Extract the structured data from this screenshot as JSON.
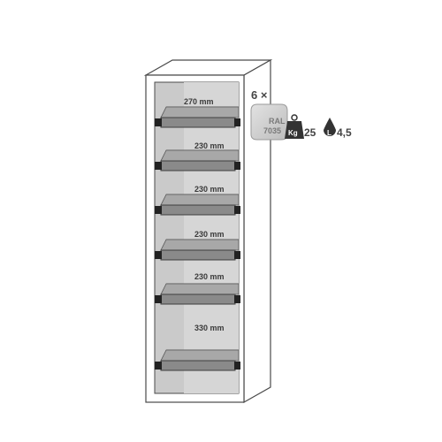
{
  "cabinet": {
    "body_color": "#ffffff",
    "outline_color": "#4a4a4a",
    "interior_color": "#c8c8c8",
    "tray_color": "#8c8c8c"
  },
  "dimensions": [
    "270 mm",
    "230 mm",
    "230 mm",
    "230 mm",
    "230 mm",
    "330 mm"
  ],
  "specs": {
    "quantity": "6 ×",
    "ral_label": "RAL",
    "ral_code": "7035",
    "ral_color": "#d2d2d2",
    "weight_unit": "Kg",
    "weight_value": "25",
    "volume_unit": "L",
    "volume_value": "4,5"
  }
}
